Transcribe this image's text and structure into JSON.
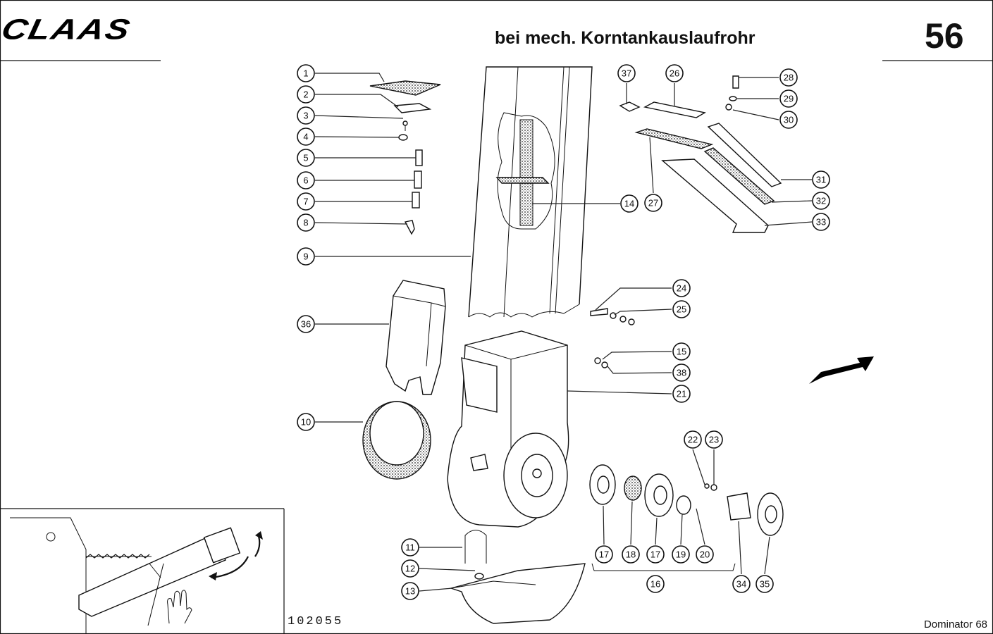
{
  "header": {
    "brand_logo": "CLAAS",
    "title": "bei mech. Korntankauslaufrohr",
    "page_number": "56"
  },
  "footer": {
    "drawing_number": "102055",
    "model": "Dominator 68"
  },
  "callouts": [
    "1",
    "2",
    "3",
    "4",
    "5",
    "6",
    "7",
    "8",
    "9",
    "10",
    "11",
    "12",
    "13",
    "14",
    "15",
    "16",
    "17",
    "18",
    "17",
    "19",
    "20",
    "21",
    "22",
    "23",
    "24",
    "25",
    "26",
    "27",
    "28",
    "29",
    "30",
    "31",
    "32",
    "33",
    "34",
    "35",
    "36",
    "37",
    "38"
  ]
}
